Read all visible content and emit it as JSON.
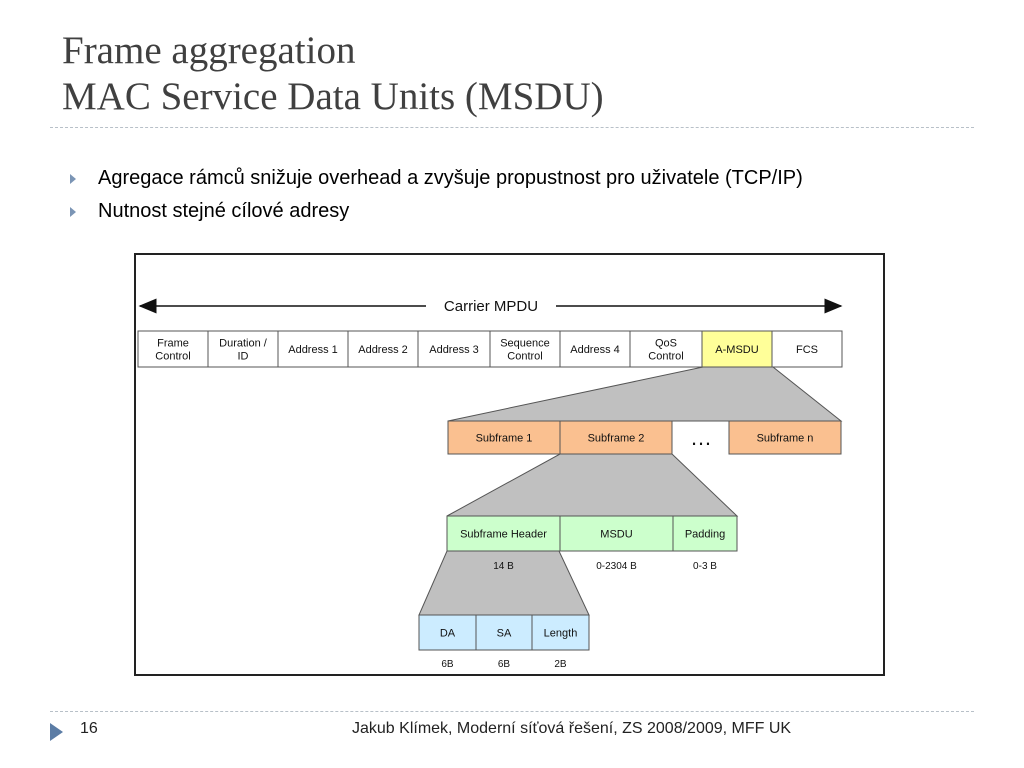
{
  "slide": {
    "title_line1": "Frame aggregation",
    "title_line2": "MAC Service Data Units (MSDU)",
    "bullets": [
      "Agregace rámců snižuje overhead a zvyšuje propustnost pro uživatele (TCP/IP)",
      "Nutnost stejné cílové adresy"
    ],
    "page_number": "16",
    "footer": "Jakub Klímek, Moderní síťová řešení, ZS 2008/2009, MFF UK"
  },
  "colors": {
    "amsdu_fill": "#ffff99",
    "subframe_fill": "#fac090",
    "subheader_fill": "#ccffcc",
    "addr_fill": "#ccecff",
    "funnel_fill": "#c0c0c0"
  },
  "diagram": {
    "carrier_label": "Carrier MPDU",
    "mpdu_fields": [
      {
        "lines": [
          "Frame",
          "Control"
        ]
      },
      {
        "lines": [
          "Duration /",
          "ID"
        ]
      },
      {
        "lines": [
          "Address 1"
        ]
      },
      {
        "lines": [
          "Address 2"
        ]
      },
      {
        "lines": [
          "Address 3"
        ]
      },
      {
        "lines": [
          "Sequence",
          "Control"
        ]
      },
      {
        "lines": [
          "Address 4"
        ]
      },
      {
        "lines": [
          "QoS",
          "Control"
        ]
      },
      {
        "lines": [
          "A-MSDU"
        ],
        "highlight": true
      },
      {
        "lines": [
          "FCS"
        ]
      }
    ],
    "subframes": [
      "Subframe 1",
      "Subframe 2",
      "…",
      "Subframe n"
    ],
    "subframe_parts": [
      "Subframe Header",
      "MSDU",
      "Padding"
    ],
    "subframe_sizes": [
      "14 B",
      "0-2304 B",
      "0-3 B"
    ],
    "header_fields": [
      "DA",
      "SA",
      "Length"
    ],
    "header_sizes": [
      "6B",
      "6B",
      "2B"
    ]
  }
}
